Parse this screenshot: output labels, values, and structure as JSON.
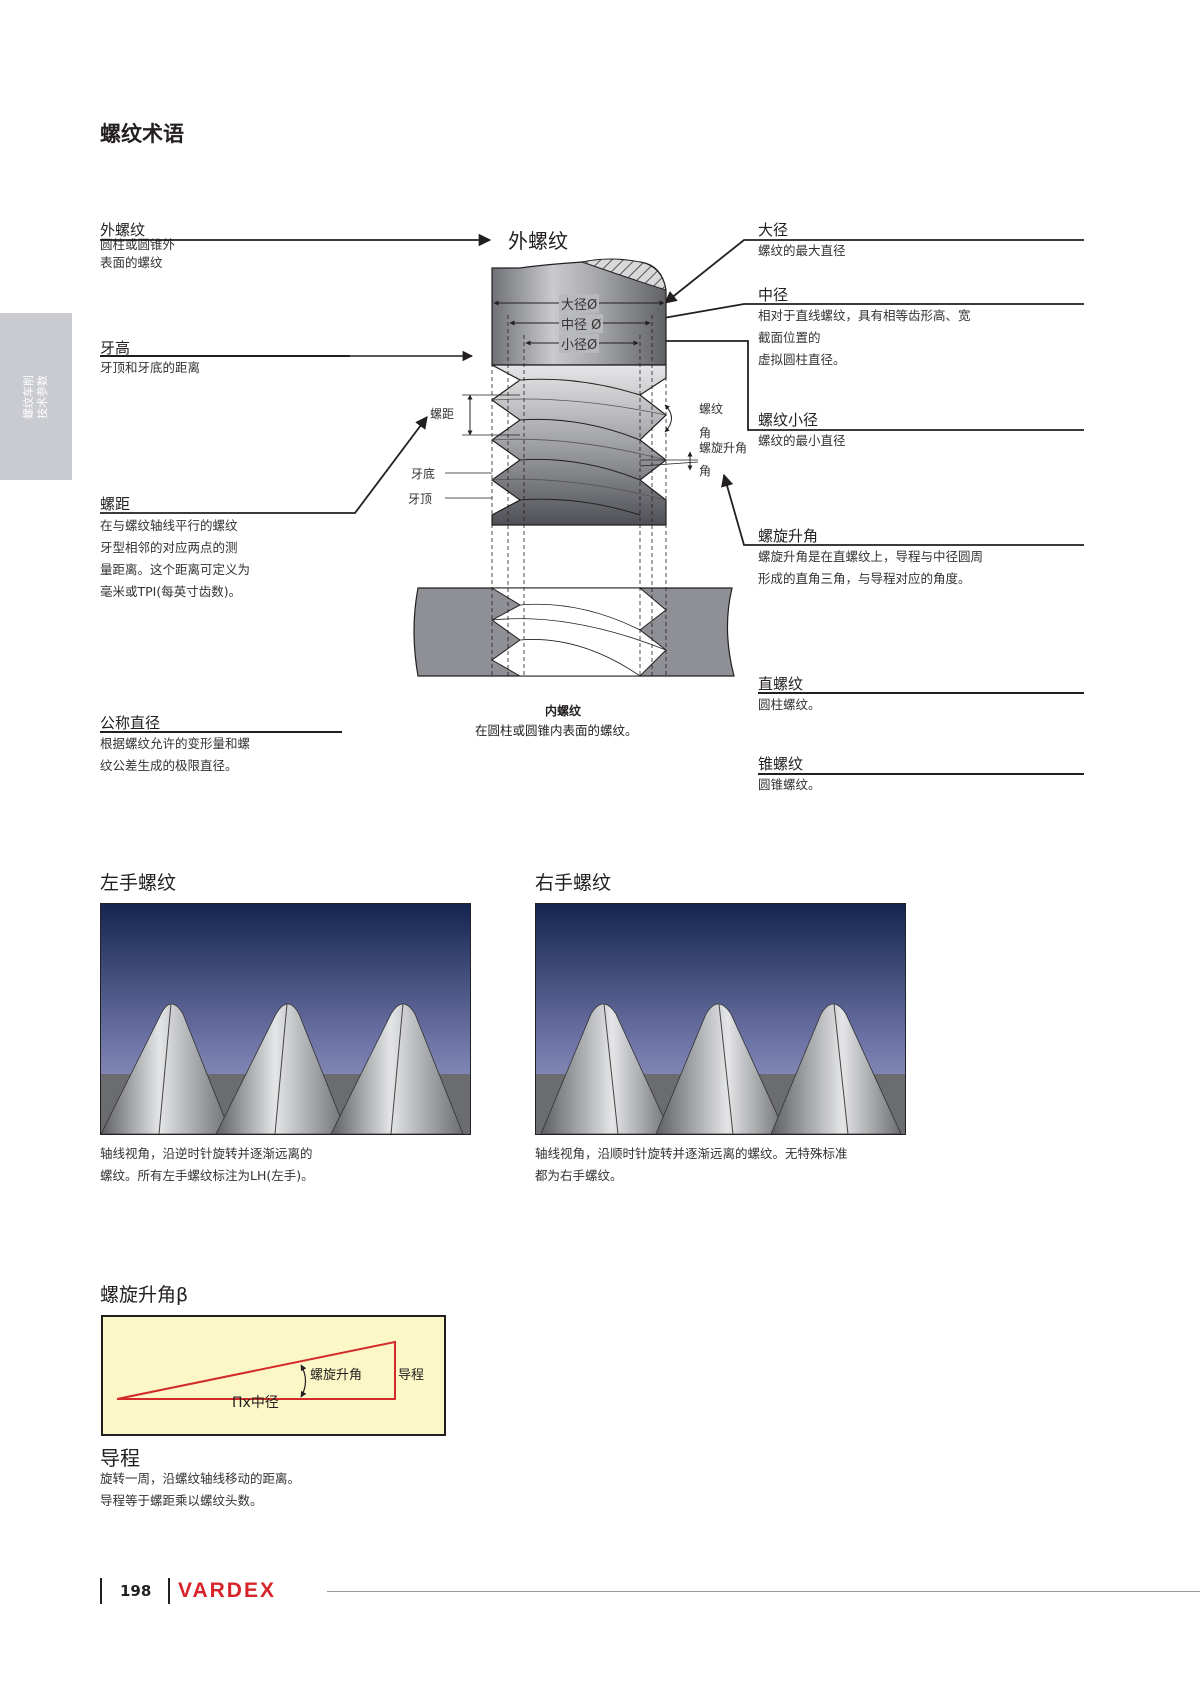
{
  "page_title": "螺纹术语",
  "side_tab": {
    "line1": "螺纹车削",
    "line2": "技术参数"
  },
  "left_terms": {
    "external": {
      "term": "外螺纹",
      "desc": [
        "圆柱或圆锥外",
        "表面的螺纹"
      ]
    },
    "thread_height": {
      "term": "牙高",
      "desc": [
        "牙顶和牙底的距离"
      ]
    },
    "pitch": {
      "term": "螺距",
      "desc": [
        "在与螺纹轴线平行的螺纹",
        "牙型相邻的对应两点的测",
        "量距离。这个距离可定义为",
        "毫米或TPI(每英寸齿数)。"
      ]
    },
    "nominal": {
      "term": "公称直径",
      "desc": [
        "根据螺纹允许的变形量和螺",
        "纹公差生成的极限直径。"
      ]
    }
  },
  "right_terms": {
    "major": {
      "term": "大径",
      "desc": [
        "螺纹的最大直径"
      ]
    },
    "pitch_dia": {
      "term": "中径",
      "desc": [
        "相对于直线螺纹，具有相等齿形高、宽",
        "截面位置的",
        " 虚拟圆柱直径。"
      ]
    },
    "minor": {
      "term": "螺纹小径",
      "desc": [
        "螺纹的最小直径"
      ]
    },
    "helix": {
      "term": "螺旋升角",
      "desc": [
        "螺旋升角是在直螺纹上，导程与中径圆周",
        "形成的直角三角，与导程对应的角度。"
      ]
    },
    "straight": {
      "term": "直螺纹",
      "desc": [
        "圆柱螺纹。"
      ]
    },
    "taper": {
      "term": "锥螺纹",
      "desc": [
        "圆锥螺纹。"
      ]
    }
  },
  "diagram": {
    "ext_title": "外螺纹",
    "major_d": "大径Ø",
    "pitch_d": "中径 Ø",
    "minor_d": "小径Ø",
    "pitch": "螺距",
    "root": "牙底",
    "crest": "牙顶",
    "thread_angle_1": "螺纹",
    "thread_angle_2": "角",
    "helix_angle_1": "螺旋升角",
    "helix_angle_2": "角",
    "internal_title": "内螺纹",
    "internal_desc": "在圆柱或圆锥内表面的螺纹。"
  },
  "left_hand": {
    "title": "左手螺纹",
    "caption": [
      "轴线视角，沿逆时针旋转并逐渐远离的",
      "螺纹。所有左手螺纹标注为LH(左手)。"
    ]
  },
  "right_hand": {
    "title": "右手螺纹",
    "caption": [
      "轴线视角，沿顺时针旋转并逐渐远离的螺纹。无特殊标准",
      " 都为右手螺纹。"
    ]
  },
  "helix_section": {
    "title": "螺旋升角β",
    "angle_label": "螺旋升角",
    "lead_label": "导程",
    "base_label": "Πx中径",
    "lead_title": "导程",
    "lead_desc": [
      "旋转一周，沿螺纹轴线移动的距离。",
      "导程等于螺距乘以螺纹头数。"
    ]
  },
  "footer": {
    "page": "198",
    "brand": "VARDEX"
  },
  "colors": {
    "brand_red": "#d7242a",
    "box_fill": "#fbf7c6",
    "tab_gray": "#c9cbd1",
    "triangle_red": "#d32a2a"
  }
}
